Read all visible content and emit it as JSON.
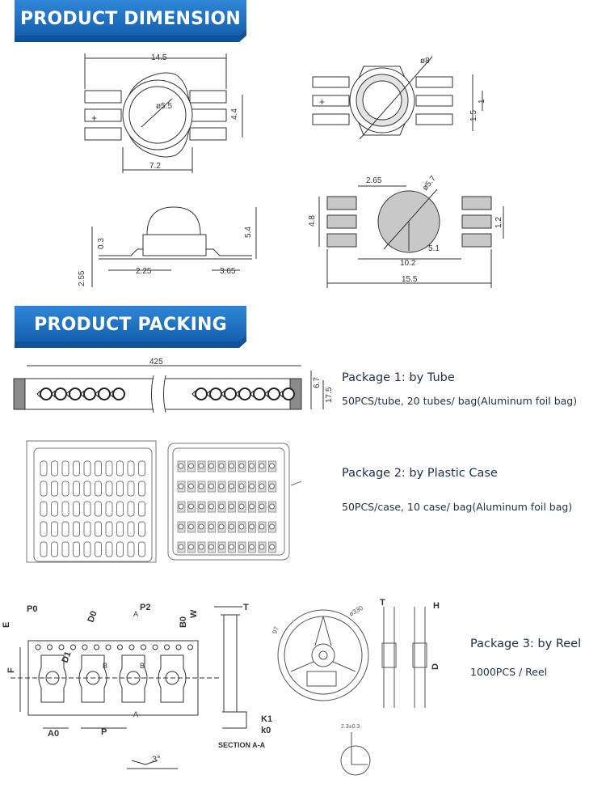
{
  "sections": {
    "dimension_title": "PRODUCT DIMENSION",
    "packing_title": "PRODUCT PACKING"
  },
  "brand_color": "#1a6fc4",
  "dimension_labels": {
    "top_width": "14.5",
    "lens_dia": "ø5.5",
    "height": "4.4",
    "base_width": "7.2",
    "ring_dia": "ø8",
    "pin_pitch": "1",
    "case_w": "1.5",
    "side_h": "5.4",
    "side_t": "0.3",
    "side_pad": "2.25",
    "side_lead": "3.65",
    "side_total": "2.55",
    "pad_w": "2.65",
    "pad_dia": "ø5.7",
    "pad_h": "4.8",
    "pad_gap": "1.2",
    "pad_r": "5.1",
    "pad_span": "10.2",
    "pad_total": "15.5"
  },
  "tube": {
    "length": "425",
    "h1": "6.7",
    "h2": "17.5"
  },
  "reel_labels": {
    "p0": "P0",
    "p2": "P2",
    "d0": "D0",
    "d1": "D1",
    "e": "E",
    "f": "F",
    "b0": "B0",
    "w": "W",
    "a0": "A0",
    "p": "P",
    "t": "T",
    "k1": "K1",
    "k0": "k0",
    "a": "A",
    "b": "B",
    "section": "SECTION A-A",
    "angle": "3°",
    "h": "H",
    "d": "D",
    "r_dia": "ø330",
    "r_97": "97",
    "r_13": "2.3±0.3"
  },
  "packages": [
    {
      "title": "Package 1: by Tube",
      "desc": "50PCS/tube, 20 tubes/ bag(Aluminum foil bag)"
    },
    {
      "title": "Package 2: by Plastic Case",
      "desc": "50PCS/case, 10 case/ bag(Aluminum foil bag)"
    },
    {
      "title": "Package 3: by Reel",
      "desc": "1000PCS / Reel"
    }
  ]
}
